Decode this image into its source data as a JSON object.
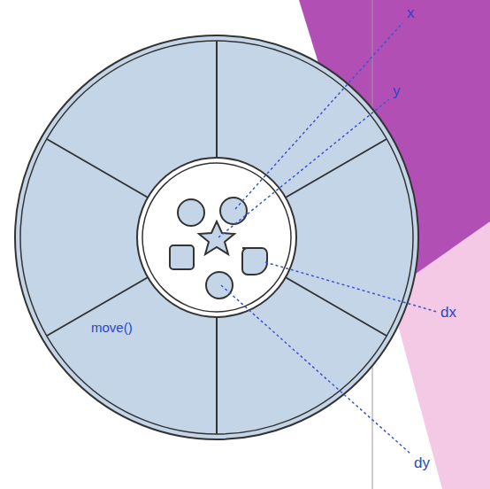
{
  "diagram": {
    "labels": [
      "x",
      "y",
      "move()",
      "dx",
      "dy"
    ]
  }
}
